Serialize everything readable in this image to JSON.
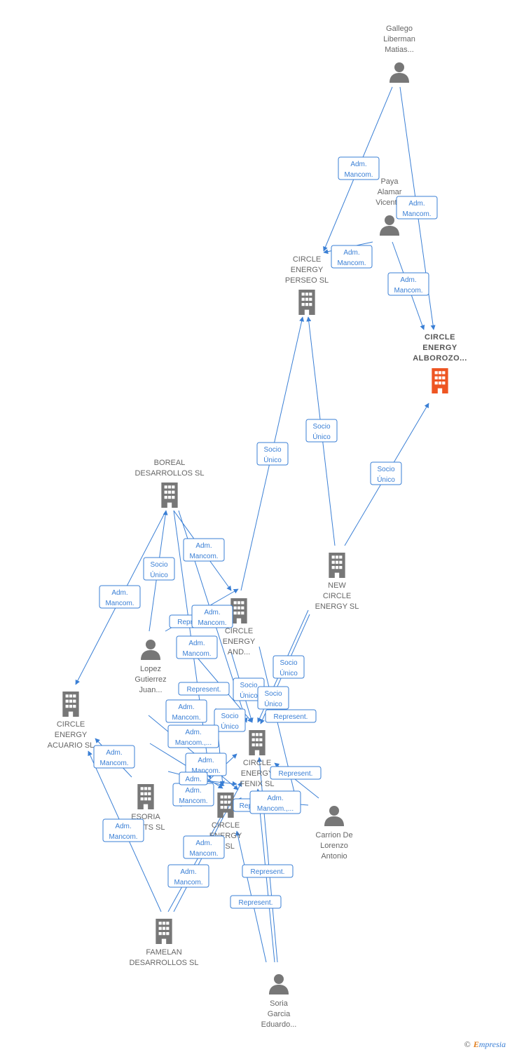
{
  "colors": {
    "edge": "#3a7fd5",
    "node": "#777777",
    "highlight": "#ee5522"
  },
  "nodes": [
    {
      "id": "gallego",
      "kind": "person",
      "lines": [
        "Gallego",
        "Liberman",
        "Matias..."
      ]
    },
    {
      "id": "paya",
      "kind": "person",
      "lines": [
        "Paya",
        "Alamar",
        "Vicent..."
      ]
    },
    {
      "id": "perseo",
      "kind": "company",
      "lines": [
        "CIRCLE",
        "ENERGY",
        "PERSEO  SL"
      ]
    },
    {
      "id": "alborozo",
      "kind": "company-main",
      "lines": [
        "CIRCLE",
        "ENERGY",
        "ALBOROZO..."
      ]
    },
    {
      "id": "boreal",
      "kind": "company",
      "lines": [
        "BOREAL",
        "DESARROLLOS SL"
      ]
    },
    {
      "id": "newcircle",
      "kind": "company",
      "lines": [
        "NEW",
        "CIRCLE",
        "ENERGY  SL"
      ]
    },
    {
      "id": "andromeda",
      "kind": "company",
      "lines": [
        "CIRCLE",
        "ENERGY",
        "AND..."
      ]
    },
    {
      "id": "lopez",
      "kind": "person",
      "lines": [
        "Lopez",
        "Gutierrez",
        "Juan..."
      ]
    },
    {
      "id": "acuario",
      "kind": "company",
      "lines": [
        "CIRCLE",
        "ENERGY",
        "ACUARIO  SL"
      ]
    },
    {
      "id": "fenix",
      "kind": "company",
      "lines": [
        "CIRCLE",
        "ENERGY",
        "FENIX  SL"
      ]
    },
    {
      "id": "esoria",
      "kind": "company",
      "lines": [
        "ESORIA",
        "...ENTS SL"
      ]
    },
    {
      "id": "circle4",
      "kind": "company",
      "lines": [
        "CIRCLE",
        "ENERGY",
        "...  SL"
      ]
    },
    {
      "id": "carrion",
      "kind": "person",
      "lines": [
        "Carrion De",
        "Lorenzo",
        "Antonio"
      ]
    },
    {
      "id": "famelan",
      "kind": "company",
      "lines": [
        "FAMELAN",
        "DESARROLLOS SL"
      ]
    },
    {
      "id": "soria",
      "kind": "person",
      "lines": [
        "Soria",
        "Garcia",
        "Eduardo..."
      ]
    }
  ],
  "edge_labels": [
    {
      "lines": [
        "Adm.",
        "Mancom."
      ]
    },
    {
      "lines": [
        "Adm.",
        "Mancom."
      ]
    },
    {
      "lines": [
        "Adm.",
        "Mancom."
      ]
    },
    {
      "lines": [
        "Adm.",
        "Mancom."
      ]
    },
    {
      "lines": [
        "Socio",
        "Único"
      ]
    },
    {
      "lines": [
        "Socio",
        "Único"
      ]
    },
    {
      "lines": [
        "Socio",
        "Único"
      ]
    },
    {
      "lines": [
        "Adm.",
        "Mancom."
      ]
    },
    {
      "lines": [
        "Socio",
        "Único"
      ]
    },
    {
      "lines": [
        "Adm.",
        "Mancom."
      ]
    },
    {
      "lines": [
        "Repr..."
      ]
    },
    {
      "lines": [
        "Adm.",
        "Mancom."
      ]
    },
    {
      "lines": [
        "Adm.",
        "Mancom."
      ]
    },
    {
      "lines": [
        "Socio",
        "Único"
      ]
    },
    {
      "lines": [
        "Socio",
        "Único"
      ]
    },
    {
      "lines": [
        "Socio",
        "Único"
      ]
    },
    {
      "lines": [
        "Represent."
      ]
    },
    {
      "lines": [
        "Represent."
      ]
    },
    {
      "lines": [
        "Adm.",
        "Mancom."
      ]
    },
    {
      "lines": [
        "Socio",
        "Único"
      ]
    },
    {
      "lines": [
        "Adm.",
        "Mancom.,..."
      ]
    },
    {
      "lines": [
        "Adm.",
        "Mancom."
      ]
    },
    {
      "lines": [
        "Adm.",
        "Mancom."
      ]
    },
    {
      "lines": [
        "Represent."
      ]
    },
    {
      "lines": [
        "Adm.",
        "Mancom."
      ]
    },
    {
      "lines": [
        "Adm."
      ]
    },
    {
      "lines": [
        "Adm.",
        "Mancom."
      ]
    },
    {
      "lines": [
        "Rep..."
      ]
    },
    {
      "lines": [
        "Adm.",
        "Mancom.,..."
      ]
    },
    {
      "lines": [
        "Adm.",
        "Mancom."
      ]
    },
    {
      "lines": [
        "Represent."
      ]
    },
    {
      "lines": [
        "Adm.",
        "Mancom."
      ]
    },
    {
      "lines": [
        "Represent."
      ]
    }
  ],
  "footer": {
    "copyright": "©",
    "brand_initial": "E",
    "brand_rest": "mpresia"
  }
}
